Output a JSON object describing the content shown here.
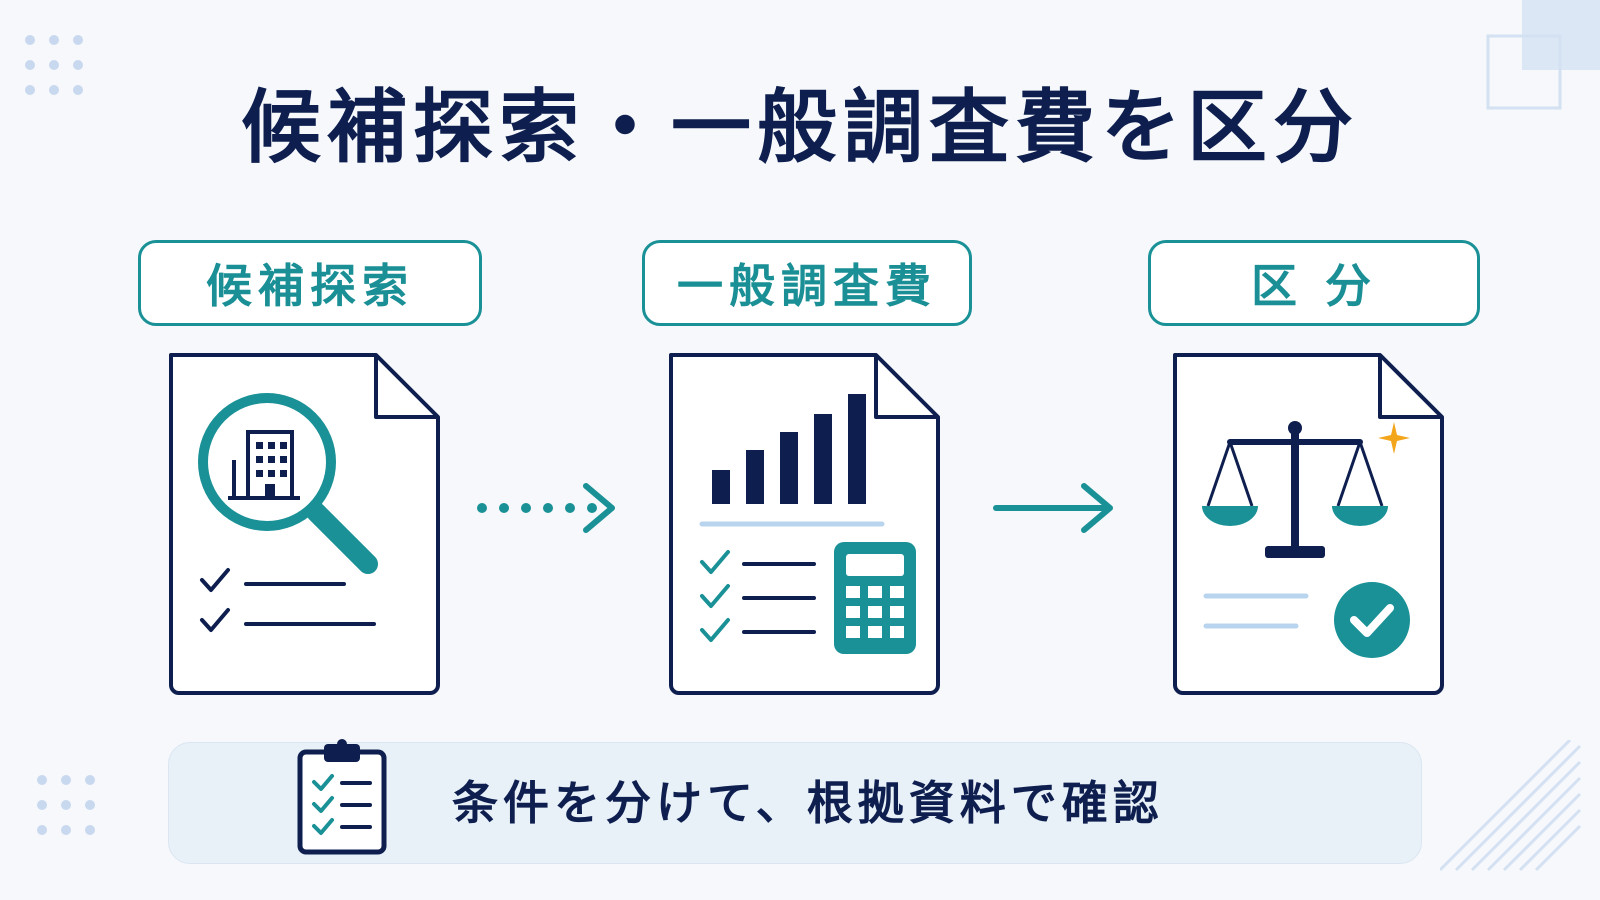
{
  "title": "候補探索・一般調査費を区分",
  "steps": [
    {
      "label": "候補探索",
      "icon": "magnifier-building-icon"
    },
    {
      "label": "一般調査費",
      "icon": "bar-chart-calculator-icon"
    },
    {
      "label": "区 分",
      "icon": "balance-scale-icon"
    }
  ],
  "footer": {
    "text": "条件を分けて、根拠資料で確認",
    "icon": "clipboard-checklist-icon"
  },
  "colors": {
    "navy": "#0e1f4f",
    "teal": "#1a9196",
    "light_blue": "#b9d4ee",
    "gold": "#f3a51c",
    "background": "#f6f8fb"
  }
}
